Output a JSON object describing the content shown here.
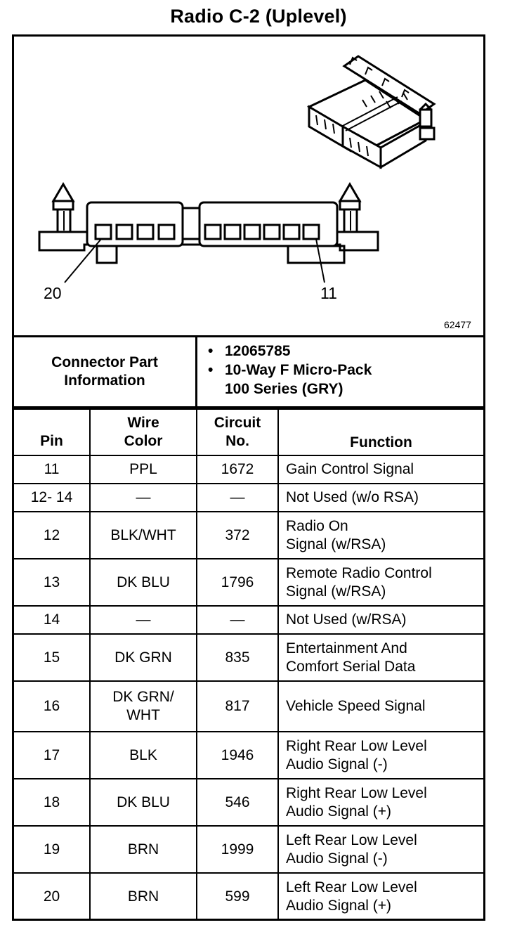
{
  "title": "Radio C-2 (Uplevel)",
  "diagram": {
    "callout_left": "20",
    "callout_right": "11",
    "figure_number": "62477"
  },
  "connector": {
    "label_line1": "Connector Part",
    "label_line2": "Information",
    "bullet": "•",
    "part_number": "12065785",
    "description_line1": "10-Way F Micro-Pack",
    "description_line2": "100 Series (GRY)"
  },
  "table": {
    "headers": {
      "pin": "Pin",
      "wire_color_line1": "Wire",
      "wire_color_line2": "Color",
      "circuit_line1": "Circuit",
      "circuit_line2": "No.",
      "function": "Function"
    },
    "rows": [
      {
        "pin": "11",
        "wire": [
          "PPL"
        ],
        "circuit": "1672",
        "function": [
          "Gain Control Signal"
        ]
      },
      {
        "pin": "12- 14",
        "wire": [
          "—"
        ],
        "circuit": "—",
        "function": [
          "Not Used (w/o RSA)"
        ]
      },
      {
        "pin": "12",
        "wire": [
          "BLK/WHT"
        ],
        "circuit": "372",
        "function": [
          "Radio On",
          "Signal (w/RSA)"
        ]
      },
      {
        "pin": "13",
        "wire": [
          "DK BLU"
        ],
        "circuit": "1796",
        "function": [
          "Remote Radio Control",
          "Signal (w/RSA)"
        ]
      },
      {
        "pin": "14",
        "wire": [
          "—"
        ],
        "circuit": "—",
        "function": [
          "Not Used (w/RSA)"
        ]
      },
      {
        "pin": "15",
        "wire": [
          "DK GRN"
        ],
        "circuit": "835",
        "function": [
          "Entertainment And",
          "Comfort Serial Data"
        ]
      },
      {
        "pin": "16",
        "wire": [
          "DK GRN/",
          "WHT"
        ],
        "circuit": "817",
        "function": [
          "Vehicle Speed Signal"
        ]
      },
      {
        "pin": "17",
        "wire": [
          "BLK"
        ],
        "circuit": "1946",
        "function": [
          "Right Rear Low Level",
          "Audio Signal (-)"
        ]
      },
      {
        "pin": "18",
        "wire": [
          "DK BLU"
        ],
        "circuit": "546",
        "function": [
          "Right Rear Low Level",
          "Audio Signal (+)"
        ]
      },
      {
        "pin": "19",
        "wire": [
          "BRN"
        ],
        "circuit": "1999",
        "function": [
          "Left Rear Low Level",
          "Audio Signal (-)"
        ]
      },
      {
        "pin": "20",
        "wire": [
          "BRN"
        ],
        "circuit": "599",
        "function": [
          "Left Rear Low Level",
          "Audio Signal (+)"
        ]
      }
    ]
  }
}
